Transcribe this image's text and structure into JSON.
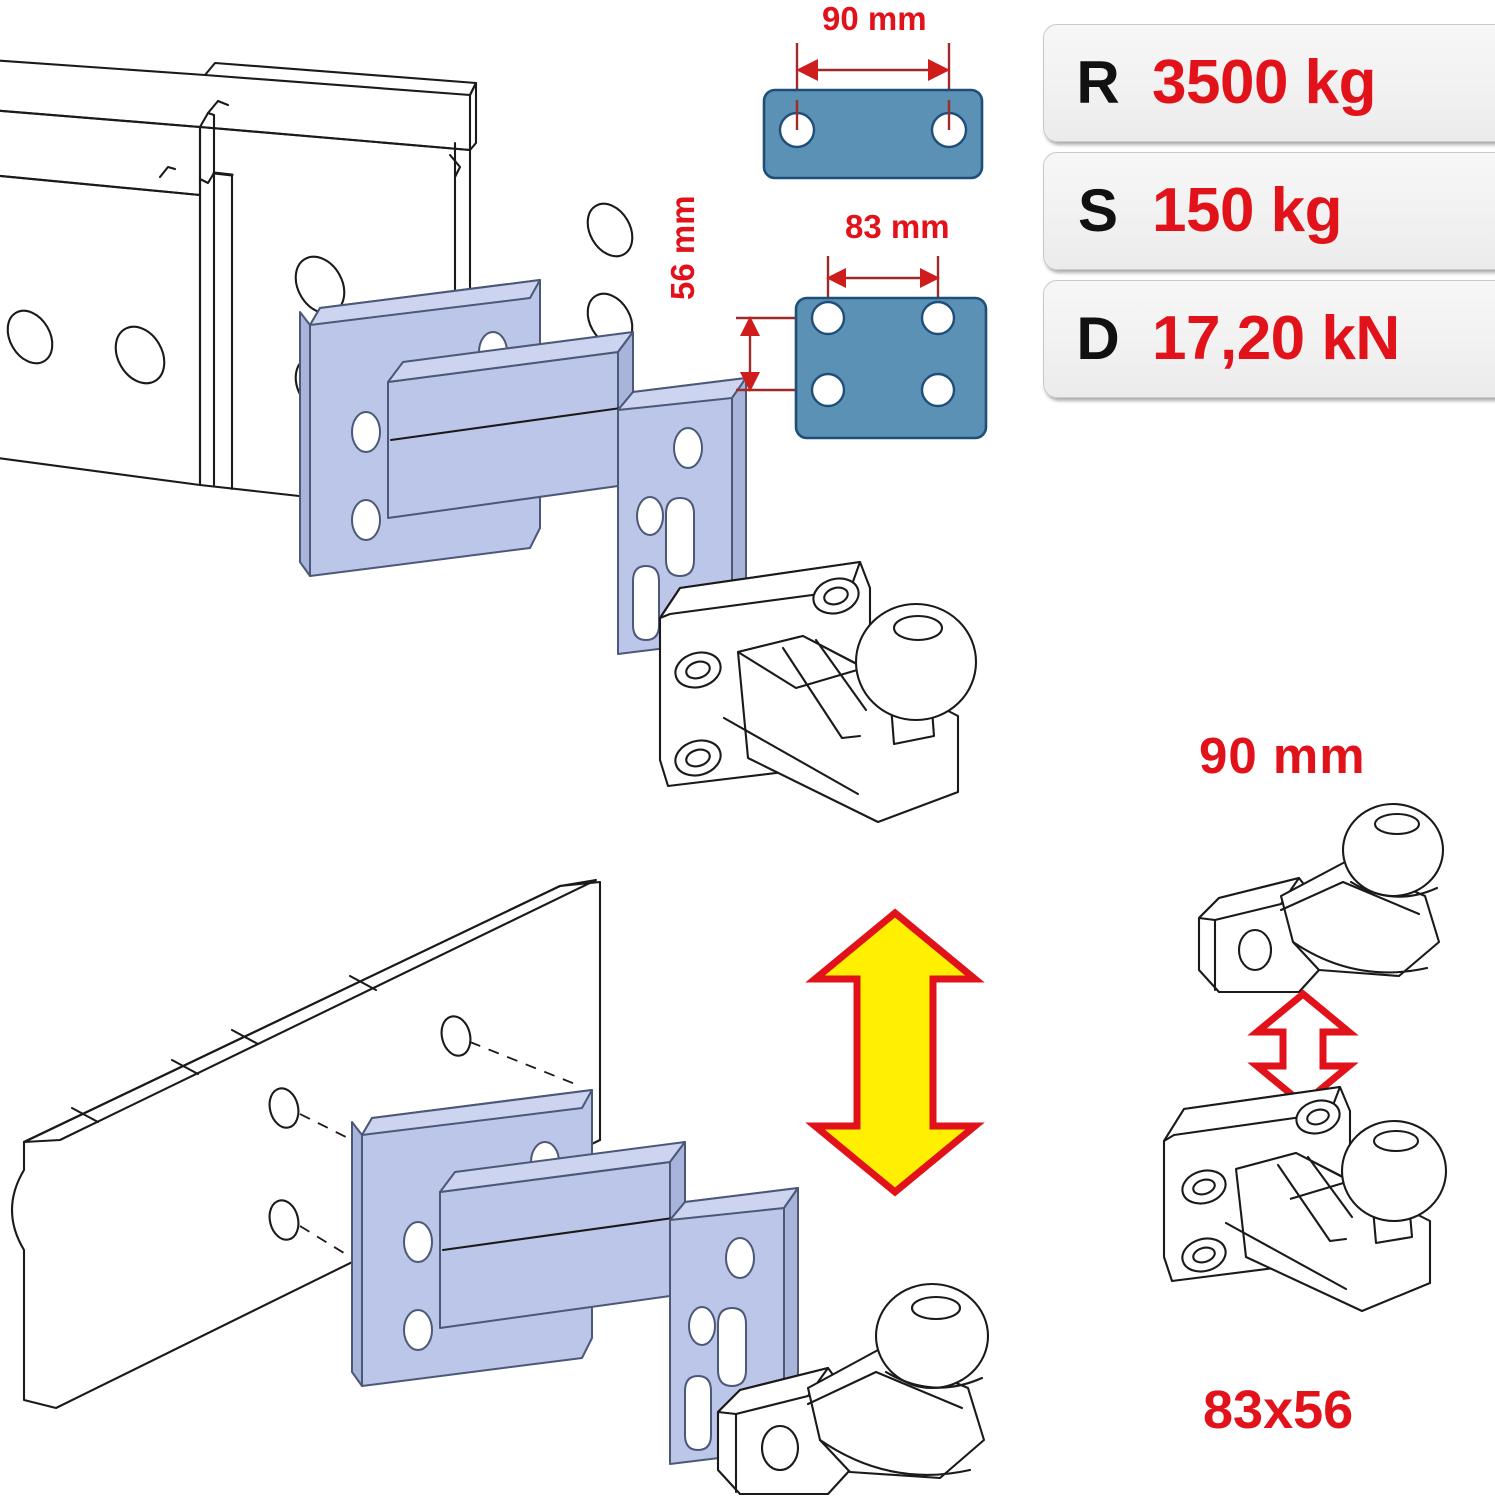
{
  "spec_table": {
    "rows": [
      {
        "key": "R",
        "value": "3500 kg"
      },
      {
        "key": "S",
        "value": "150 kg"
      },
      {
        "key": "D",
        "value": "17,20 kN"
      }
    ],
    "key_color": "#111111",
    "value_color": "#e2121a"
  },
  "dimensions": {
    "two_hole_plate": {
      "width_label": "90 mm",
      "hole_count": 2
    },
    "four_hole_plate": {
      "width_label": "83 mm",
      "height_label": "56 mm",
      "hole_count": 4
    }
  },
  "variants": {
    "top_label": "90 mm",
    "bottom_label": "83x56"
  },
  "colors": {
    "red": "#e2121a",
    "yellow": "#ffef00",
    "plate_blue": "#5b91b5",
    "adapter_blue": "#bcc6e8"
  }
}
